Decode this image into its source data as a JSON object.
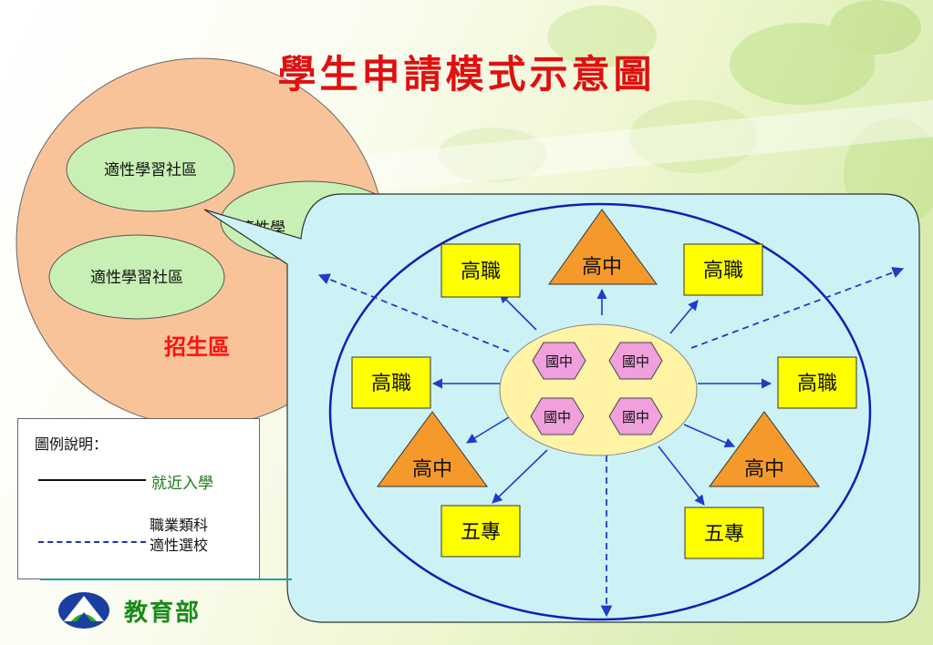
{
  "title": "學生申請模式示意圖",
  "community": {
    "region_label": "招生區",
    "communities": [
      "適性學習社區",
      "適性學",
      "適性學習社區"
    ]
  },
  "diagram": {
    "center_schools": [
      "國中",
      "國中",
      "國中",
      "國中"
    ],
    "schools": [
      {
        "id": "vocational-top-left",
        "label": "高職",
        "kind": "rect"
      },
      {
        "id": "senior-high-top",
        "label": "高中",
        "kind": "triangle"
      },
      {
        "id": "vocational-top-right",
        "label": "高職",
        "kind": "rect"
      },
      {
        "id": "vocational-left",
        "label": "高職",
        "kind": "rect"
      },
      {
        "id": "vocational-right",
        "label": "高職",
        "kind": "rect"
      },
      {
        "id": "senior-high-left",
        "label": "高中",
        "kind": "triangle"
      },
      {
        "id": "senior-high-right",
        "label": "高中",
        "kind": "triangle"
      },
      {
        "id": "junior-college-left",
        "label": "五專",
        "kind": "rect"
      },
      {
        "id": "junior-college-right",
        "label": "五專",
        "kind": "rect"
      }
    ]
  },
  "legend": {
    "title": "圖例說明：",
    "solid_label": "就近入學",
    "dashed_label_line1": "職業類科",
    "dashed_label_line2": "適性選校"
  },
  "org": {
    "name": "教育部"
  },
  "colors": {
    "title": "#e01010",
    "community_fill": "#f9c39a",
    "community_bubble": "#c8f0b4",
    "panel_fill": "#ccf2f6",
    "ellipse_stroke": "#1020b0",
    "center_fill": "#fff3a6",
    "hexagon_fill": "#f0a0dc",
    "rect_fill": "#ffff00",
    "triangle_fill": "#f59a2a",
    "arrow": "#1d3cc8",
    "region_label": "#ff1010"
  }
}
